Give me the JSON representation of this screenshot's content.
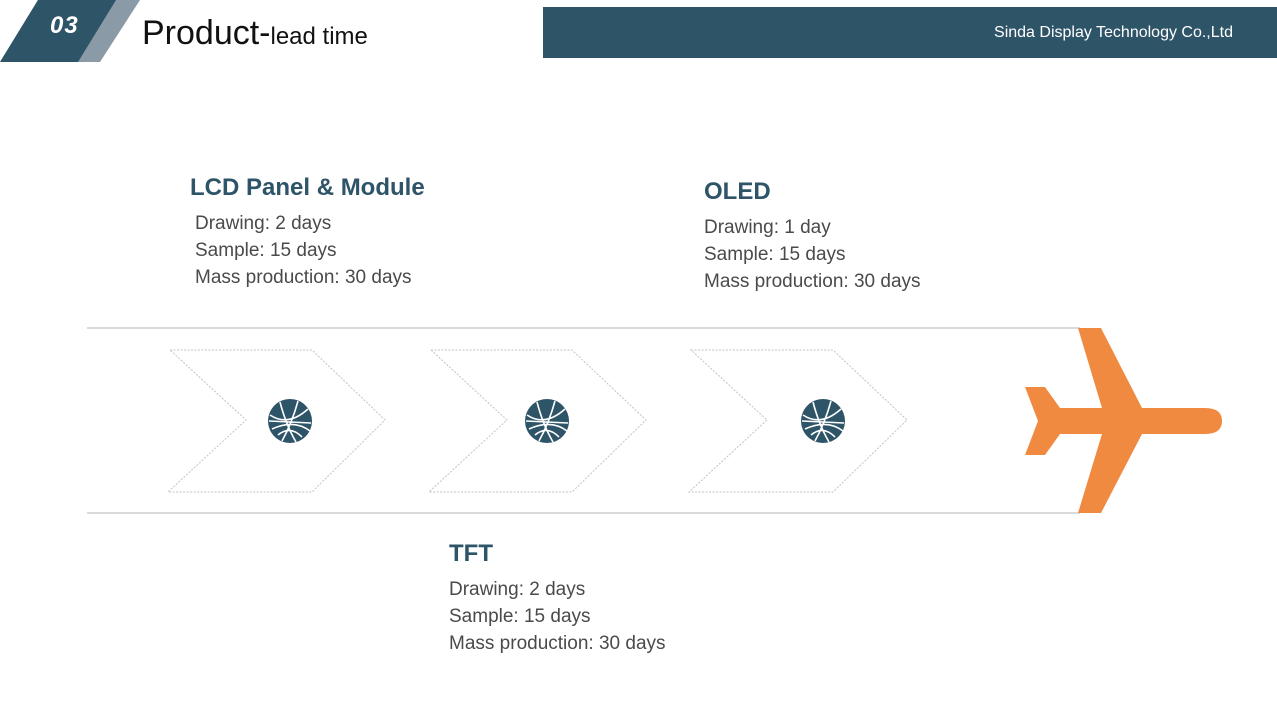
{
  "header": {
    "section_number": "03",
    "title_main": "Product-",
    "title_sub": "lead time",
    "company": "Sinda Display  Technology Co.,Ltd"
  },
  "colors": {
    "primary": "#2e5468",
    "accent": "#f08a40",
    "text": "#4a4a4a"
  },
  "lead_times": [
    {
      "heading": "LCD Panel & Module",
      "lines": [
        "Drawing: 2 days",
        "Sample: 15 days",
        "Mass production: 30 days"
      ]
    },
    {
      "heading": "TFT",
      "lines": [
        "Drawing: 2 days",
        "Sample: 15 days",
        "Mass production: 30 days"
      ]
    },
    {
      "heading": "OLED",
      "lines": [
        "Drawing: 1 day",
        "Sample: 15 days",
        "Mass production: 30 days"
      ]
    }
  ],
  "timeline": {
    "steps": [
      "globe-icon",
      "globe-icon",
      "globe-icon"
    ],
    "end_icon": "airplane-icon"
  }
}
